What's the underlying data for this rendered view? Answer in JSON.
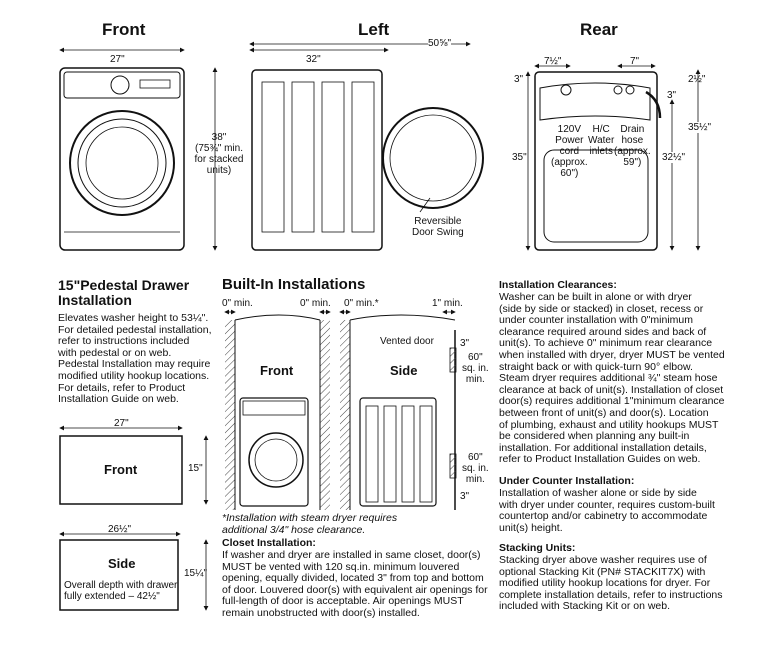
{
  "views": {
    "front": "Front",
    "left": "Left",
    "rear": "Rear"
  },
  "dims": {
    "front_width": "27\"",
    "front_height": "38\"\n(75¾\" min.\nfor stacked\nunits)",
    "left_depth": "32\"",
    "left_total": "50⅝\"",
    "door_label": "Reversible\nDoor Swing",
    "rear_a": "7½\"",
    "rear_b": "7\"",
    "rear_c": "2½\"",
    "rear_d": "3\"",
    "rear_e": "3\"",
    "rear_h1": "35\"",
    "rear_h2": "32½\"",
    "rear_h3": "35½\"",
    "power": "120V\nPower\ncord\n(approx.\n60\")",
    "water": "H/C\nWater\ninlets",
    "drain": "Drain\nhose\n(approx.\n59\")"
  },
  "pedestal": {
    "title": "15\"Pedestal Drawer\nInstallation",
    "body": "Elevates washer height to 53¼\".\nFor detailed pedestal installation,\nrefer to instructions included\nwith pedestal or on web.\nPedestal Installation may require\nmodified utility hookup locations.\nFor details, refer to Product\nInstallation Guide on web.",
    "front_width": "27\"",
    "front_label": "Front",
    "front_height": "15\"",
    "side_width": "26½\"",
    "side_label": "Side",
    "side_height": "15¼\"",
    "side_note": "Overall depth with drawer\nfully extended – 42½\""
  },
  "builtin": {
    "title": "Built-In Installations",
    "min1": "0\" min.",
    "min2": "0\" min.",
    "min3": "0\" min.*",
    "min4": "1\" min.",
    "vented": "Vented door",
    "front_label": "Front",
    "side_label": "Side",
    "d3a": "3\"",
    "d60a": "60\"\nsq. in.\nmin.",
    "d60b": "60\"\nsq. in.\nmin.",
    "d3b": "3\"",
    "footnote": "*Installation with steam dryer requires\n additional 3/4\" hose clearance."
  },
  "closet": {
    "title": "Closet Installation:",
    "body": "If washer and dryer are installed in same closet, door(s)\nMUST be vented with 120 sq.in. minimum louvered\nopening, equally divided, located 3\" from top and bottom\nof door. Louvered door(s) with equivalent air openings for\nfull-length of door is acceptable. Air openings MUST\nremain unobstructed with door(s) installed."
  },
  "clearances": {
    "title": "Installation Clearances:",
    "body": "Washer can be built in alone or with dryer\n(side by side or stacked) in closet, recess or\nunder counter installation with 0\"minimum\nclearance required around sides and back of\nunit(s). To achieve 0\" minimum rear clearance\nwhen installed with dryer, dryer MUST be vented\nstraight back or with quick-turn 90° elbow.\nSteam dryer requires additional ¾\" steam hose\nclearance at back of unit(s). Installation of closet\ndoor(s) requires additional 1\"minimum clearance\nbetween front of unit(s) and door(s). Location\nof plumbing, exhaust and utility hookups MUST\nbe considered when planning any built-in\ninstallation. For additional installation details,\nrefer to Product Installation Guides on web."
  },
  "undercounter": {
    "title": "Under Counter Installation:",
    "body": "Installation of washer alone or side by side\nwith dryer under counter, requires custom-built\ncountertop and/or cabinetry to accommodate\nunit(s) height."
  },
  "stacking": {
    "title": "Stacking Units:",
    "body": "Stacking dryer above washer requires use of\noptional Stacking Kit (PN# STACKIT7X) with\nmodified utility hookup locations for dryer. For\ncomplete installation details, refer to instructions\nincluded with Stacking Kit or on web."
  }
}
